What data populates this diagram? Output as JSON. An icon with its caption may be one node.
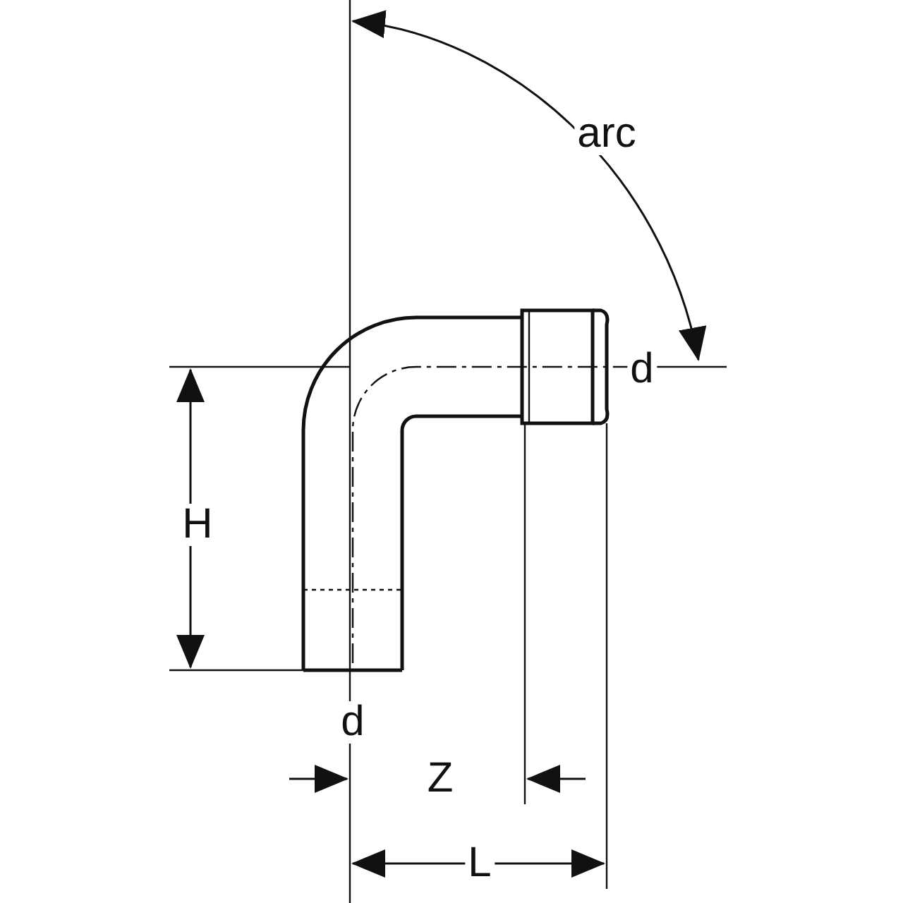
{
  "diagram": {
    "labels": [
      "arc",
      "d",
      "H",
      "d",
      "Z",
      "L"
    ]
  }
}
